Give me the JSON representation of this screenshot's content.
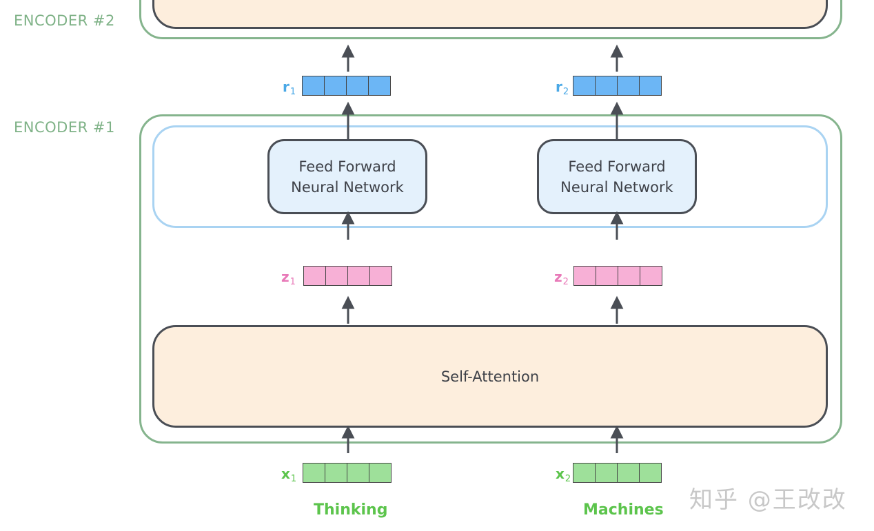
{
  "encoder2": {
    "label": "ENCODER #2"
  },
  "encoder1": {
    "label": "ENCODER #1"
  },
  "ffn_nodes": [
    {
      "line1": "Feed Forward",
      "line2": "Neural Network"
    },
    {
      "line1": "Feed Forward",
      "line2": "Neural Network"
    }
  ],
  "self_attention": {
    "label": "Self-Attention"
  },
  "vectors": {
    "r1": {
      "letter": "r",
      "sub": "1"
    },
    "r2": {
      "letter": "r",
      "sub": "2"
    },
    "z1": {
      "letter": "z",
      "sub": "1"
    },
    "z2": {
      "letter": "z",
      "sub": "2"
    },
    "x1": {
      "letter": "x",
      "sub": "1"
    },
    "x2": {
      "letter": "x",
      "sub": "2"
    }
  },
  "words": [
    "Thinking",
    "Machines"
  ],
  "watermark": "知乎 @王改改",
  "colors": {
    "encoder_border": "#85b48d",
    "ffn_band_border": "#a9d3f2",
    "ffn_fill": "#e4f1fc",
    "self_attention_fill": "#fdeedd",
    "r_vector": "#6cb6f5",
    "z_vector": "#f7b0d6",
    "x_vector": "#9ee09a",
    "r_label": "#4aa8e6",
    "z_label": "#e879b8",
    "x_label": "#5cc44c",
    "arrow": "#4a4e55"
  }
}
